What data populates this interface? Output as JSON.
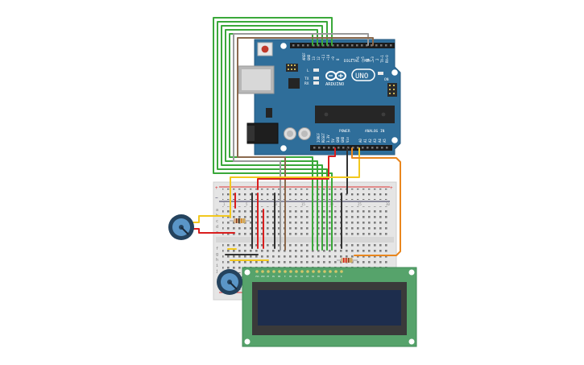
{
  "arduino": {
    "brand": "ARDUINO",
    "model": "UNO",
    "digital_label": "DIGITAL (PWM~)",
    "power_label": "POWER",
    "analog_label": "ANALOG IN",
    "on_label": "ON",
    "led_l_label": "L",
    "led_tx_label": "TX",
    "led_rx_label": "RX",
    "top_header_pins": [
      "AREF",
      "GND",
      "13",
      "12",
      "~11",
      "~10",
      "~9",
      "8",
      "7",
      "~6",
      "~5",
      "4",
      "~3",
      "2",
      "TX→1",
      "RX←0"
    ],
    "bottom_header_pins": [
      "IOREF",
      "RESET",
      "3.3V",
      "5V",
      "GND",
      "GND",
      "Vin",
      "A0",
      "A1",
      "A2",
      "A3",
      "A4",
      "A5"
    ]
  },
  "breadboard": {
    "column_numbers": [
      "1",
      "5",
      "10",
      "15",
      "20",
      "25",
      "30"
    ],
    "row_letters_top": [
      "a",
      "b",
      "c",
      "d",
      "e"
    ],
    "row_letters_bottom": [
      "f",
      "g",
      "h",
      "i",
      "j"
    ],
    "plus": "+",
    "minus": "−"
  },
  "lcd": {
    "pin_labels": [
      "VSS",
      "VDD",
      "V0",
      "RS",
      "RW",
      "E",
      "D0",
      "D1",
      "D2",
      "D3",
      "D4",
      "D5",
      "D6",
      "D7",
      "A",
      "K"
    ]
  },
  "colors": {
    "board_blue": "#2f6e9a",
    "breadboard": "#e6e6e6",
    "lcd_pcb": "#56a36b",
    "lcd_screen": "#1d2d4d",
    "wire_green": "#3aa83a",
    "wire_red": "#d91e1e",
    "wire_yellow": "#f2c81e",
    "wire_orange": "#e9861e",
    "wire_brown": "#8b6a4e",
    "wire_gray": "#9a9a9a",
    "wire_black": "#333333"
  }
}
